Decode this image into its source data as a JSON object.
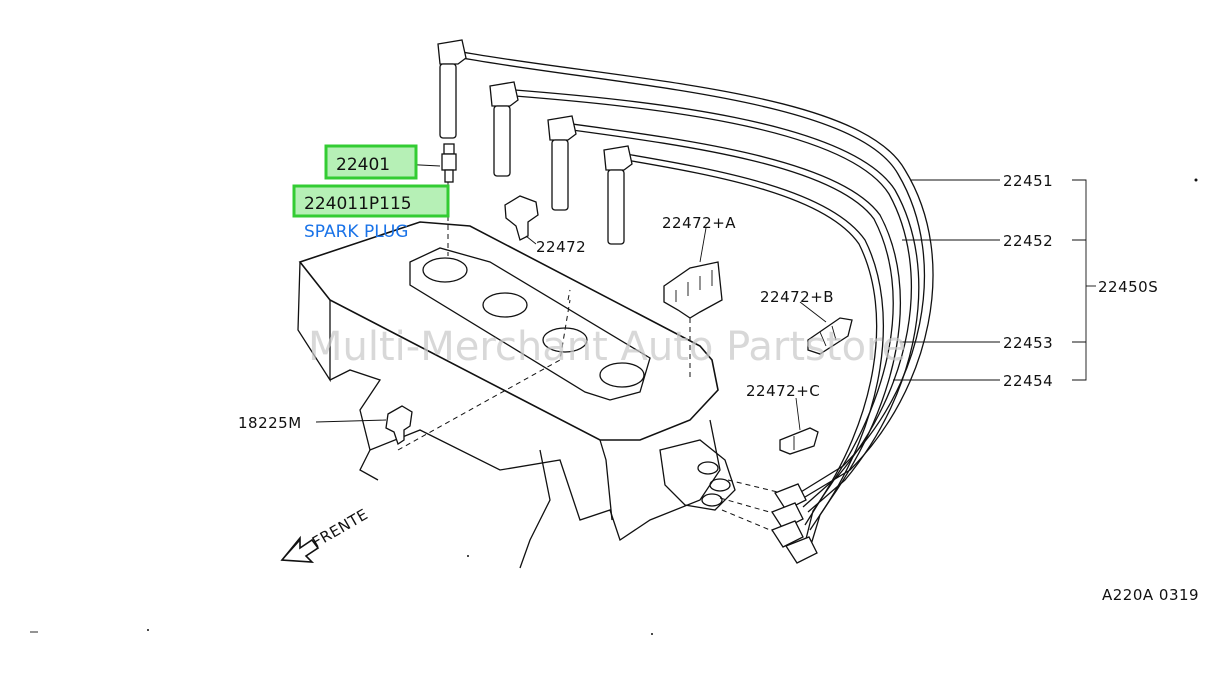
{
  "watermark": "Multi-Merchant Auto Partstore",
  "highlights": {
    "part_22401": "22401",
    "part_number": "224011P115",
    "spark_plug": "SPARK PLUG"
  },
  "labels": {
    "l_22451": "22451",
    "l_22452": "22452",
    "l_22450S": "22450S",
    "l_22453": "22453",
    "l_22454": "22454",
    "l_22472": "22472",
    "l_22472A": "22472+A",
    "l_22472B": "22472+B",
    "l_22472C": "22472+C",
    "l_18225M": "18225M",
    "frente": "FRENTE",
    "diagram_code": "A220A  0319"
  },
  "colors": {
    "highlight_fill": "#b6f0b6",
    "highlight_border": "#33cc33",
    "link_blue": "#1a73e8"
  }
}
